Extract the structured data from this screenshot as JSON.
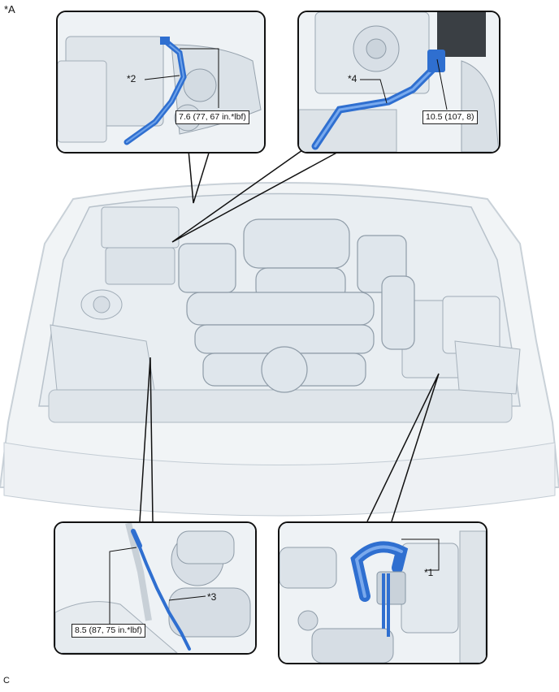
{
  "corner_label": "*A",
  "footer_code": "C",
  "callouts": [
    {
      "id": "*2",
      "torque": "7.6 (77, 67 in.*lbf)"
    },
    {
      "id": "*4",
      "torque": "10.5 (107, 8)"
    },
    {
      "id": "*3",
      "torque": "8.5 (87, 75 in.*lbf)"
    },
    {
      "id": "*1",
      "torque": ""
    }
  ],
  "colors": {
    "highlight": "#2f6fd0",
    "outline": "#111111",
    "engine_fill": "#e6ebef"
  }
}
